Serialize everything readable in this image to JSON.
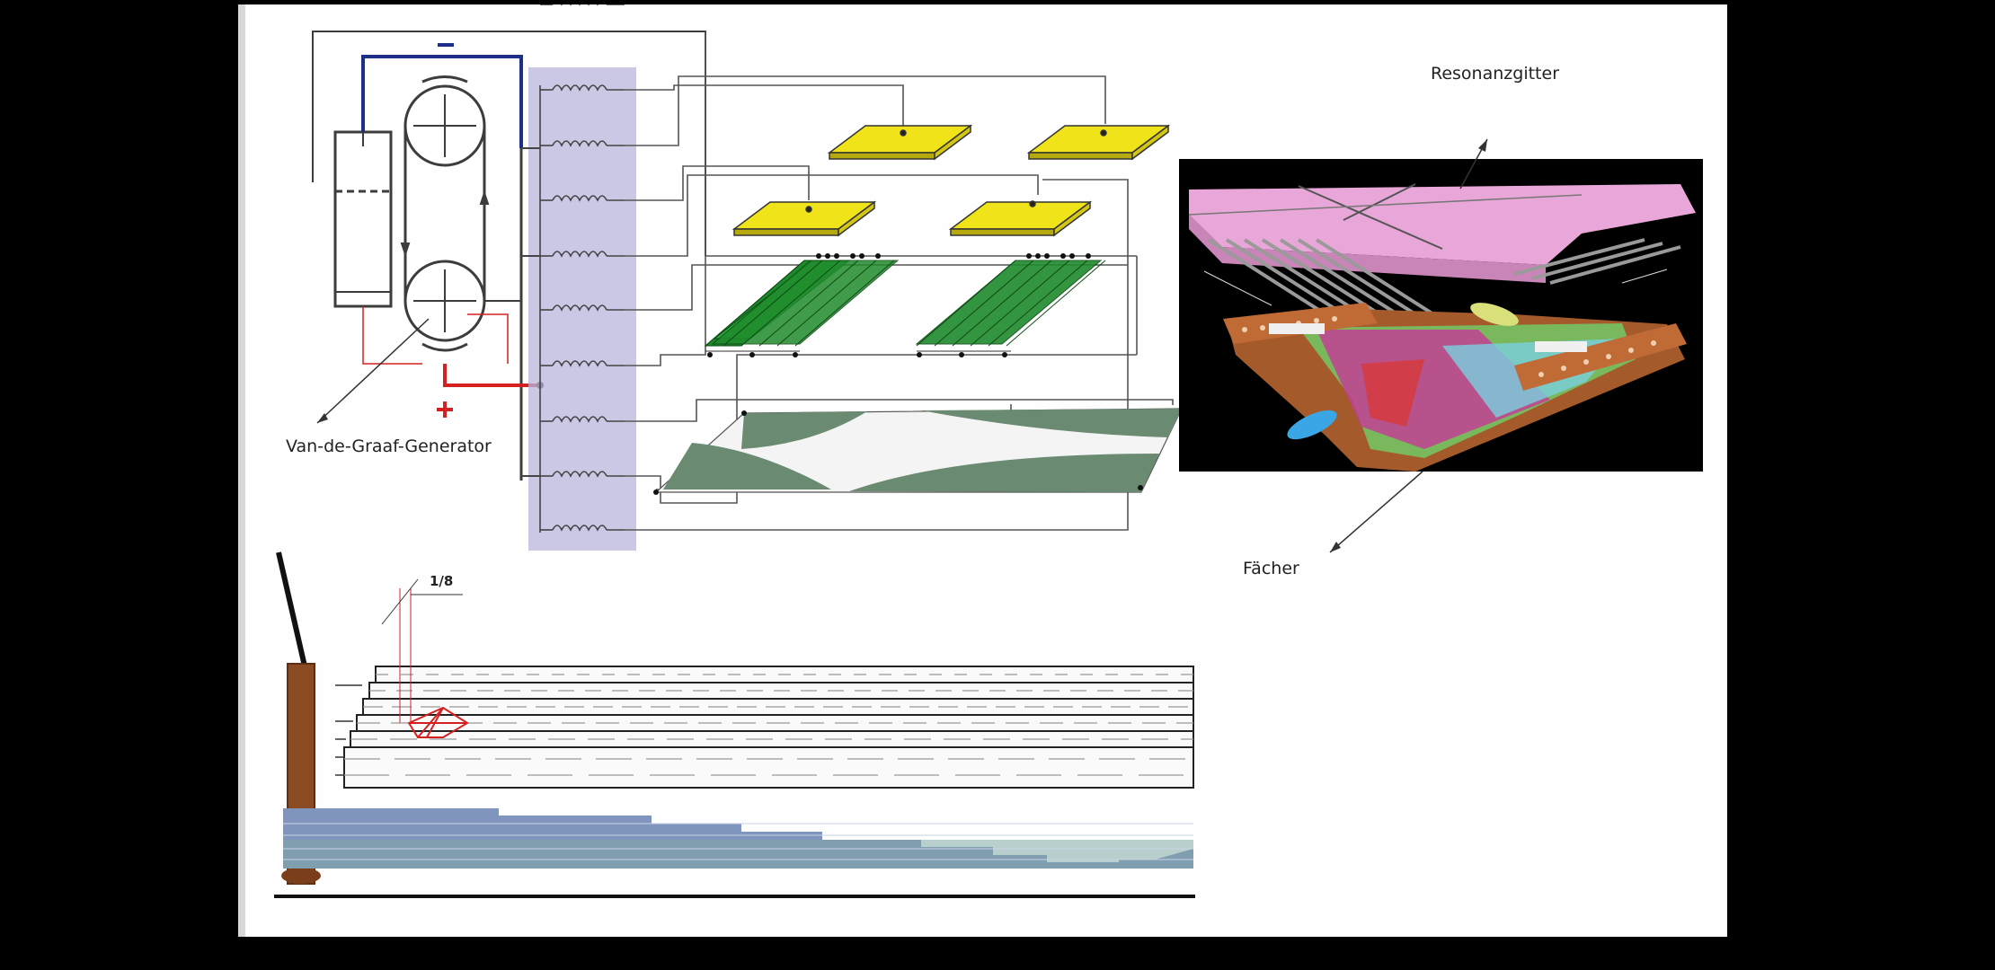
{
  "labels": {
    "minus": "−",
    "plus": "+",
    "generator": "Van-de-Graaf-Generator",
    "grid": "Resonanzgitter",
    "fan": "Fächer",
    "fraction": "1/8"
  },
  "colors": {
    "background": "#000000",
    "slide": "#fefefe",
    "wire_dark": "#3c3c3c",
    "wire_blue": "#1e2f8a",
    "wire_red": "#d42020",
    "coil_panel": "#b8b6dc",
    "plate_yellow": "#f0e31a",
    "strip_green": "#1f8a2c",
    "grid_pink": "#e9a6d8",
    "photo_bg": "#000000",
    "wood": "#8a4a22"
  }
}
